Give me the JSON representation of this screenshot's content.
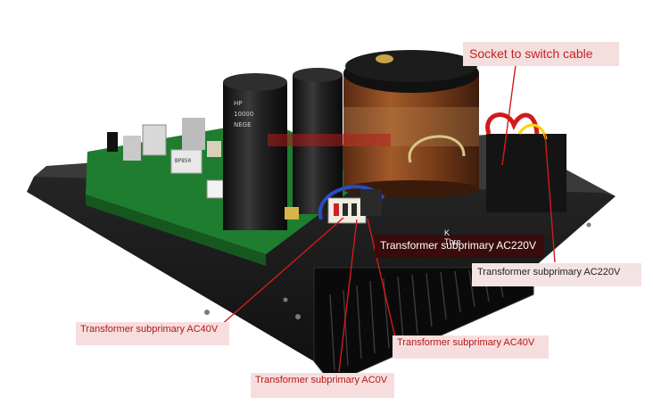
{
  "annotations": {
    "socket": "Socket to switch cable",
    "ac220_dark": "Transformer subprimary AC220V",
    "ac220_right": "Transformer subprimary AC220V",
    "ac40_left": "Transformer subprimary AC40V",
    "ac40_right": "Transformer subprimary AC40V",
    "ac0": "Transformer subprimary AC0V",
    "tooltip_hint": "K Thre"
  },
  "colors": {
    "heatsink": "#151515",
    "pcb": "#1e7a2e",
    "capacitor": "#1a1a1a",
    "transformer_copper": "#8a4a22",
    "leader_line": "#d41a1a"
  }
}
